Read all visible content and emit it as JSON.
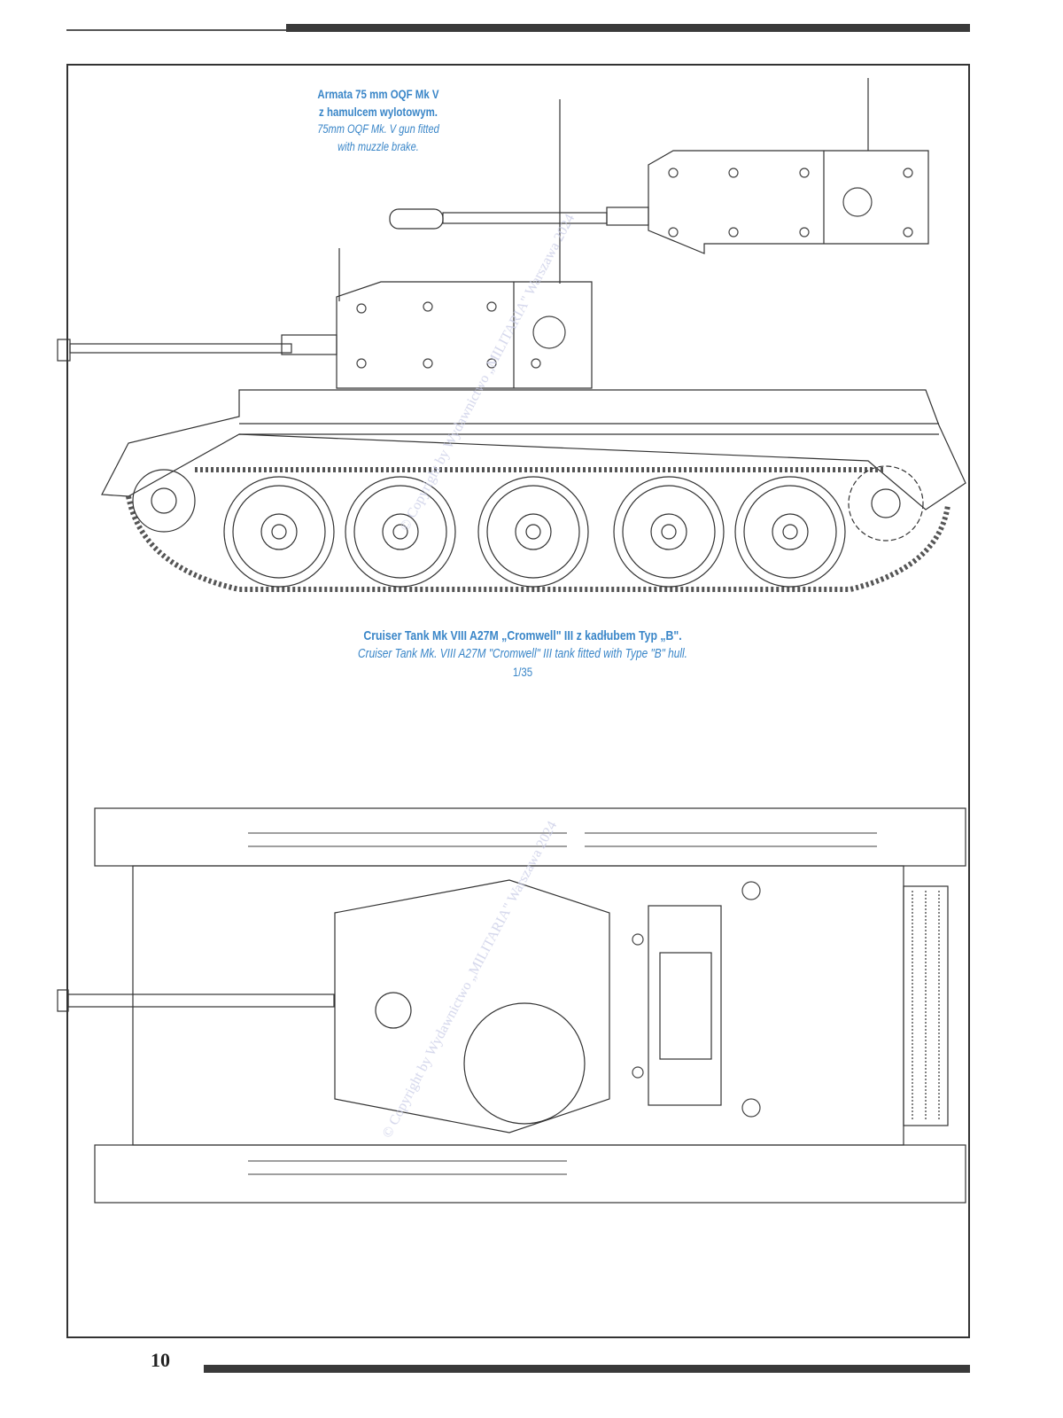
{
  "page": {
    "number": "10",
    "watermark": "© Copyright by Wydawnictwo „MILITARIA\" Warszawa 2024"
  },
  "gun_callout": {
    "title_pl_line1": "Armata 75 mm OQF Mk V",
    "title_pl_line2": "z hamulcem wylotowym.",
    "title_en_line1": "75mm OQF Mk. V gun fitted",
    "title_en_line2": "with muzzle brake."
  },
  "main_caption": {
    "title_pl": "Cruiser Tank Mk VIII A27M „Cromwell\" III z kadłubem Typ „B\".",
    "title_en": "Cruiser Tank Mk. VIII A27M \"Cromwell\" III tank fitted with Type \"B\" hull.",
    "scale": "1/35"
  },
  "colors": {
    "caption": "#3a86c8",
    "line": "#333333",
    "bar": "#3a3a3a"
  }
}
